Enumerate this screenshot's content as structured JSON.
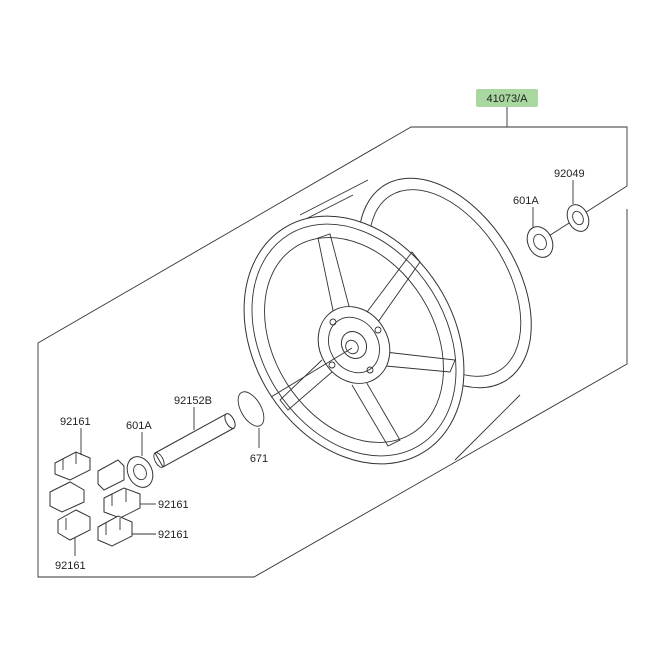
{
  "assembly_label": "41073/A",
  "colors": {
    "assembly_label_bg": "#a8d8a0",
    "line": "#333333",
    "paper": "#ffffff"
  },
  "parts": {
    "bearing_right": "601A",
    "seal_right": "92049",
    "collar": "92152B",
    "o_ring": "671",
    "bearing_left": "601A",
    "damper_top": "92161",
    "damper_mid": "92161",
    "damper_low": "92161",
    "damper_bottom": "92161"
  }
}
